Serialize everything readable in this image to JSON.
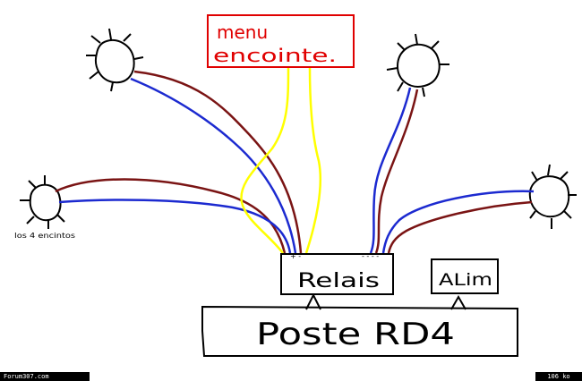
{
  "diagram": {
    "commander_label_line1": "menu",
    "commander_label_line2": "encointe.",
    "small_caption": "los 4 encintos",
    "relay_label": "Relais",
    "alim_label": "ALim",
    "post_label": "Poste RD4",
    "plus_minus_left": "+ -",
    "plus_minus_right": "- - - -",
    "colors": {
      "blue": "#1c2ad0",
      "brown": "#7a1414",
      "yellow": "#ffff00",
      "red_frame": "#e00000",
      "ink": "#000000"
    }
  },
  "footer": {
    "site": "Forum307.com",
    "size": "106 ko"
  }
}
